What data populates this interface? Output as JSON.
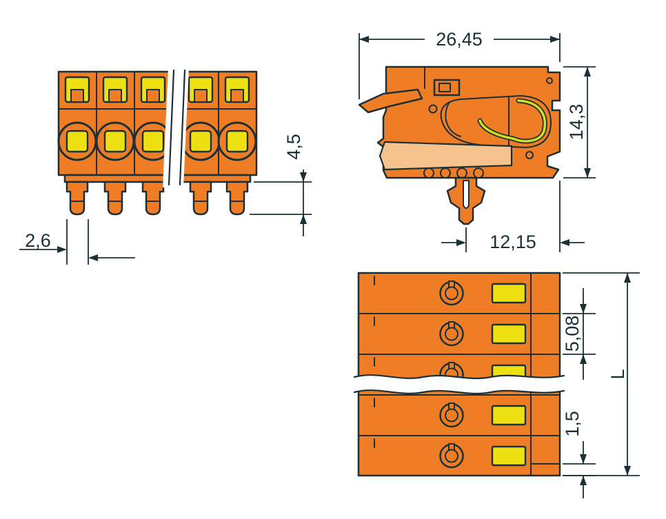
{
  "drawing": {
    "description": "Technical dimension drawing of an orange pluggable terminal block connector shown in front, side section and top views",
    "colors": {
      "body": "#EE7D25",
      "accent_yellow": "#EDE013",
      "conductor": "#F6C28E",
      "spring": "#D5DD1F",
      "outline": "#1B3036"
    },
    "dimensions": {
      "side_total_width": "26,45",
      "side_height": "14,3",
      "side_foot_to_edge": "12,15",
      "front_foot_height": "4,5",
      "front_foot_width": "2,6",
      "top_pole_pitch": "5,08",
      "top_edge_offset": "1,5",
      "top_total_length": "L"
    }
  }
}
